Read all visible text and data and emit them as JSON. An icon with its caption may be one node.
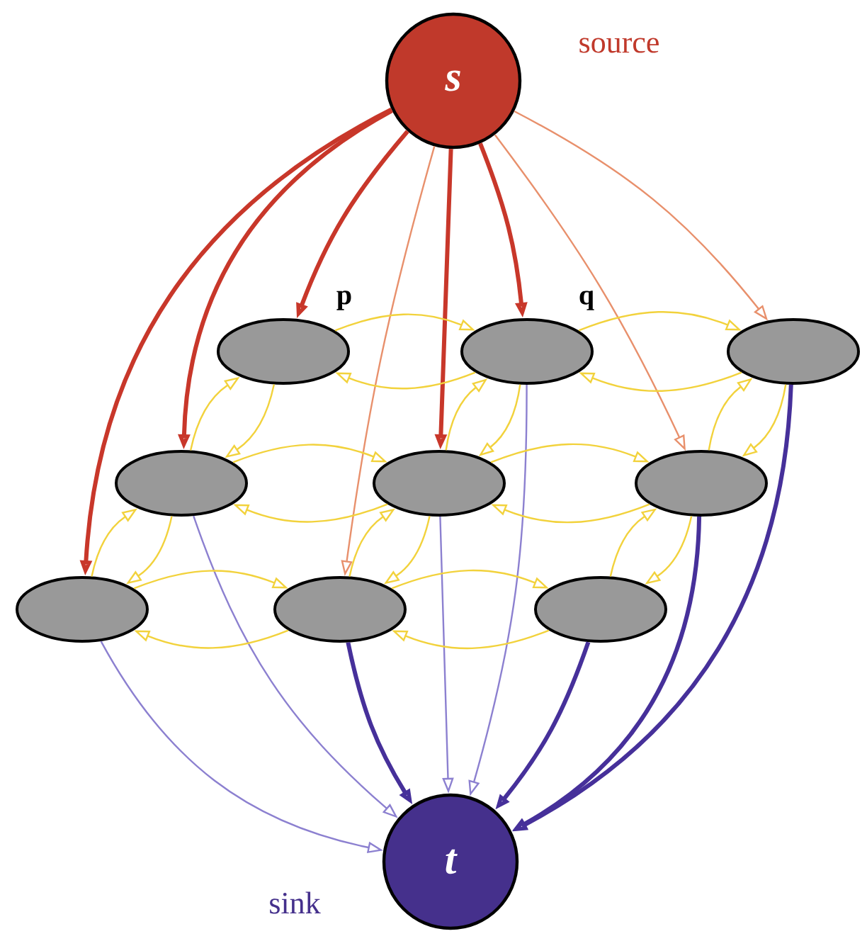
{
  "diagram": {
    "nodes": [
      {
        "text": [
          "s"
        ],
        "beside": [
          "source"
        ]
      },
      {
        "text": [],
        "shape": "ellipse",
        "beside": [
          "p"
        ]
      },
      {
        "text": [],
        "shape": "ellipse",
        "beside": [
          "q"
        ]
      },
      {
        "text": [],
        "shape": "ellipse"
      },
      {
        "text": [],
        "shape": "ellipse"
      },
      {
        "text": [],
        "shape": "ellipse"
      },
      {
        "text": [],
        "shape": "ellipse"
      },
      {
        "text": [],
        "shape": "ellipse"
      },
      {
        "text": [],
        "shape": "ellipse"
      },
      {
        "text": [],
        "shape": "ellipse"
      },
      {
        "text": [
          "t"
        ],
        "beside": [
          "sink"
        ]
      }
    ],
    "edges": [
      {
        "from": 0,
        "to": 7,
        "arrow": "to",
        "style": "thick",
        "color": "#c8372a"
      },
      {
        "from": 0,
        "to": 4,
        "arrow": "to",
        "style": "thick",
        "color": "#c8372a"
      },
      {
        "from": 0,
        "to": 1,
        "arrow": "to",
        "style": "thick",
        "color": "#c8372a"
      },
      {
        "from": 0,
        "to": 8,
        "arrow": "to",
        "color": "#e8906c"
      },
      {
        "from": 0,
        "to": 5,
        "arrow": "to",
        "style": "thick",
        "color": "#c8372a"
      },
      {
        "from": 0,
        "to": 2,
        "arrow": "to",
        "style": "thick",
        "color": "#c8372a"
      },
      {
        "from": 0,
        "to": 6,
        "arrow": "to",
        "color": "#e8906c"
      },
      {
        "from": 0,
        "to": 3,
        "arrow": "to",
        "color": "#e8906c"
      },
      {
        "from": 7,
        "to": 10,
        "arrow": "to",
        "color": "#8c80d0"
      },
      {
        "from": 4,
        "to": 10,
        "arrow": "to",
        "color": "#8c80d0"
      },
      {
        "from": 8,
        "to": 10,
        "arrow": "to",
        "style": "thick",
        "color": "#46309a"
      },
      {
        "from": 5,
        "to": 10,
        "arrow": "to",
        "color": "#8c80d0"
      },
      {
        "from": 2,
        "to": 10,
        "arrow": "to",
        "color": "#8c80d0"
      },
      {
        "from": 9,
        "to": 10,
        "arrow": "to",
        "style": "thick",
        "color": "#46309a"
      },
      {
        "from": 6,
        "to": 10,
        "arrow": "to",
        "style": "thick",
        "color": "#46309a"
      },
      {
        "from": 3,
        "to": 10,
        "arrow": "to",
        "style": "thick",
        "color": "#46309a"
      },
      {
        "from": 1,
        "to": 2,
        "arrow": "to"
      },
      {
        "from": 2,
        "to": 1,
        "arrow": "to"
      },
      {
        "from": 2,
        "to": 3,
        "arrow": "to"
      },
      {
        "from": 3,
        "to": 2,
        "arrow": "to"
      },
      {
        "from": 1,
        "to": 4,
        "arrow": "to"
      },
      {
        "from": 4,
        "to": 1,
        "arrow": "to"
      },
      {
        "from": 2,
        "to": 5,
        "arrow": "to"
      },
      {
        "from": 5,
        "to": 2,
        "arrow": "to"
      },
      {
        "from": 3,
        "to": 6,
        "arrow": "to"
      },
      {
        "from": 6,
        "to": 3,
        "arrow": "to"
      },
      {
        "from": 4,
        "to": 5,
        "arrow": "to"
      },
      {
        "from": 5,
        "to": 4,
        "arrow": "to"
      },
      {
        "from": 5,
        "to": 6,
        "arrow": "to"
      },
      {
        "from": 6,
        "to": 5,
        "arrow": "to"
      },
      {
        "from": 4,
        "to": 7,
        "arrow": "to"
      },
      {
        "from": 7,
        "to": 4,
        "arrow": "to"
      },
      {
        "from": 5,
        "to": 8,
        "arrow": "to"
      },
      {
        "from": 8,
        "to": 5,
        "arrow": "to"
      },
      {
        "from": 6,
        "to": 9,
        "arrow": "to"
      },
      {
        "from": 9,
        "to": 6,
        "arrow": "to"
      },
      {
        "from": 7,
        "to": 8,
        "arrow": "to"
      },
      {
        "from": 8,
        "to": 7,
        "arrow": "to"
      },
      {
        "from": 8,
        "to": 9,
        "arrow": "to"
      },
      {
        "from": 9,
        "to": 8,
        "arrow": "to"
      }
    ]
  }
}
